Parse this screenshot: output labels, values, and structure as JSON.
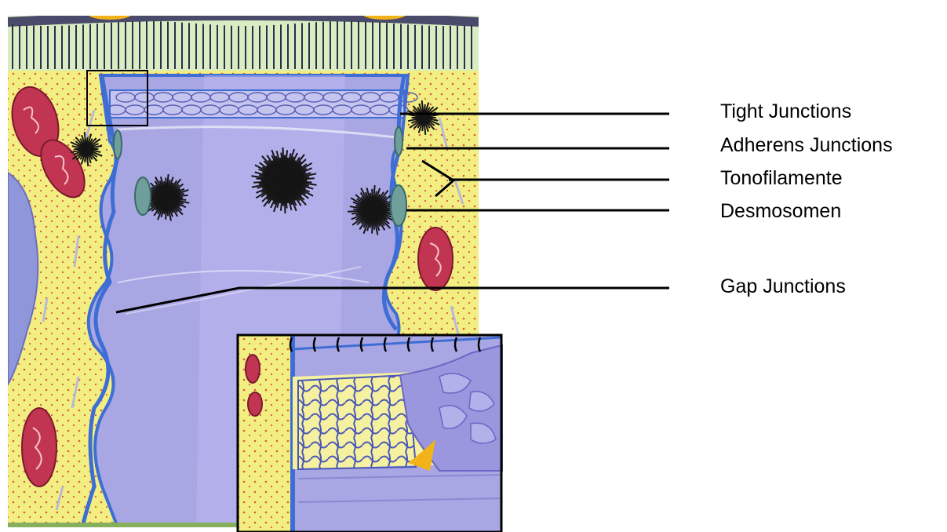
{
  "labels": {
    "tight_junctions": "Tight Junctions",
    "adherens_junctions": "Adherens Junctions",
    "tonofilamente": "Tonofilamente",
    "desmosomen": "Desmosomen",
    "gap_junctions": "Gap Junctions"
  },
  "colors": {
    "cytoplasm": "#f2ee82",
    "cell_body": "#a9a6e4",
    "membrane": "#3e6ed3",
    "mitochondria": "#c23552",
    "filament": "#151515",
    "apical_cap": "#f2b31a"
  }
}
